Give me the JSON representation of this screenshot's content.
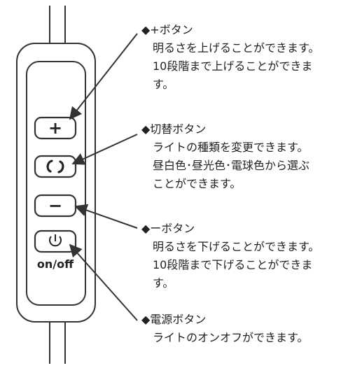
{
  "controller": {
    "plus_symbol": "+",
    "minus_symbol": "−",
    "power_label": "on/off",
    "icons": {
      "plus": "plus-icon",
      "switch": "cycle-icon",
      "minus": "minus-icon",
      "power": "power-icon"
    }
  },
  "annotations": {
    "plus": {
      "title": "◆+ボタン",
      "description": "明るさを上げることができます。\n10段階まで上げることができま\nす。"
    },
    "switch": {
      "title": "◆切替ボタン",
      "description": "ライトの種類を変更できます。\n昼白色･昼光色･電球色から選ぶ\nことができます。"
    },
    "minus": {
      "title": "◆ーボタン",
      "description": "明るさを下げることができます。\n10段階まで下げることができま\nす。"
    },
    "power": {
      "title": "◆電源ボタン",
      "description": "ライトのオンオフができます。"
    }
  },
  "colors": {
    "line": "#333333",
    "text": "#222222",
    "background": "#ffffff"
  }
}
